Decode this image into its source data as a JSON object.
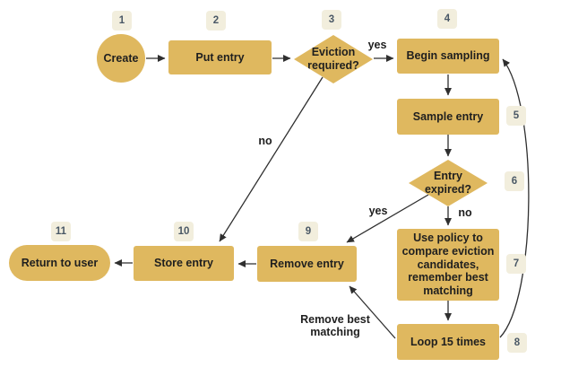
{
  "diagram": {
    "type": "flowchart",
    "colors": {
      "node_fill": "#dfb85f",
      "node_text": "#1f1f1f",
      "badge_fill": "#f2eedd",
      "badge_text": "#4a5866",
      "edge_color": "#2f2f2f"
    },
    "nodes": {
      "create": {
        "badge": "1",
        "label": "Create",
        "shape": "circle"
      },
      "put_entry": {
        "badge": "2",
        "label": "Put entry",
        "shape": "rect"
      },
      "eviction_required": {
        "badge": "3",
        "label": "Eviction required?",
        "shape": "diamond"
      },
      "begin_sampling": {
        "badge": "4",
        "label": "Begin sampling",
        "shape": "rect"
      },
      "sample_entry": {
        "badge": "5",
        "label": "Sample entry",
        "shape": "rect"
      },
      "entry_expired": {
        "badge": "6",
        "label": "Entry expired?",
        "shape": "diamond"
      },
      "use_policy": {
        "badge": "7",
        "label": "Use policy to compare eviction candidates, remember best matching",
        "shape": "rect"
      },
      "loop_15": {
        "badge": "8",
        "label": "Loop 15 times",
        "shape": "rect"
      },
      "remove_entry": {
        "badge": "9",
        "label": "Remove entry",
        "shape": "rect"
      },
      "store_entry": {
        "badge": "10",
        "label": "Store entry",
        "shape": "rect"
      },
      "return_to_user": {
        "badge": "11",
        "label": "Return to user",
        "shape": "stadium"
      }
    },
    "edge_labels": {
      "eviction_yes": "yes",
      "eviction_no": "no",
      "expired_yes": "yes",
      "expired_no": "no",
      "remove_best": "Remove best matching"
    },
    "edges": [
      {
        "from": "create",
        "to": "put_entry",
        "label": ""
      },
      {
        "from": "put_entry",
        "to": "eviction_required",
        "label": ""
      },
      {
        "from": "eviction_required",
        "to": "begin_sampling",
        "label": "yes"
      },
      {
        "from": "eviction_required",
        "to": "store_entry",
        "label": "no"
      },
      {
        "from": "begin_sampling",
        "to": "sample_entry",
        "label": ""
      },
      {
        "from": "sample_entry",
        "to": "entry_expired",
        "label": ""
      },
      {
        "from": "entry_expired",
        "to": "remove_entry",
        "label": "yes"
      },
      {
        "from": "entry_expired",
        "to": "use_policy",
        "label": "no"
      },
      {
        "from": "use_policy",
        "to": "loop_15",
        "label": ""
      },
      {
        "from": "loop_15",
        "to": "begin_sampling",
        "label": ""
      },
      {
        "from": "loop_15",
        "to": "remove_entry",
        "label": "Remove best matching"
      },
      {
        "from": "remove_entry",
        "to": "store_entry",
        "label": ""
      },
      {
        "from": "store_entry",
        "to": "return_to_user",
        "label": ""
      }
    ]
  }
}
